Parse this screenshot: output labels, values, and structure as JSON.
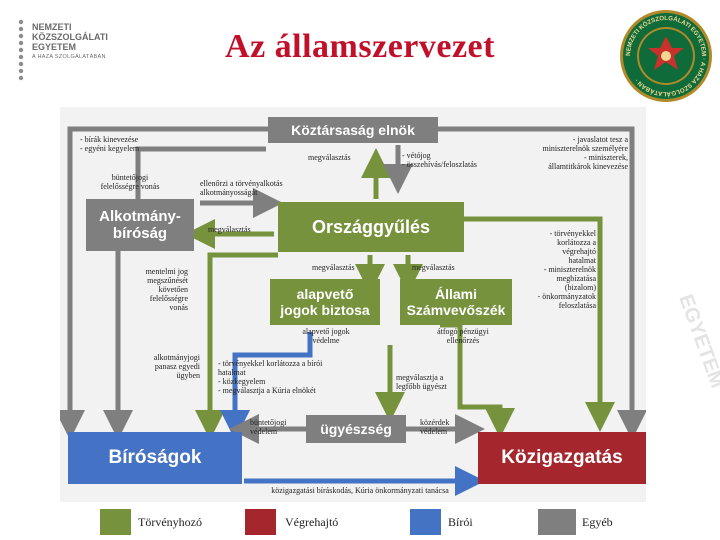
{
  "title": "Az államszervezet",
  "university_logo": {
    "lines": [
      "NEMZETI",
      "KÖZSZOLGÁLATI",
      "EGYETEM"
    ],
    "motto": "A HAZA SZOLGÁLATÁBAN"
  },
  "seal": {
    "ring_text": "NEMZETI KÖZSZOLGÁLATI EGYETEM · A HAZA SZOLGÁLATÁBAN ·"
  },
  "watermark": "EGYETEM",
  "colors": {
    "legislative": "#76923c",
    "executive": "#a5272d",
    "judicial": "#4472c4",
    "other": "#7f7f7f",
    "title": "#c0102a"
  },
  "boxes": {
    "president": "Köztársaság elnök",
    "constitutional_court": "Alkotmány-\nbíróság",
    "parliament": "Országgyűlés",
    "ombudsman": "alapvető\njogok biztosa",
    "audit_office": "Állami\nSzámvevőszék",
    "prosecution": "ügyészség",
    "courts": "Bíróságok",
    "administration": "Közigazgatás"
  },
  "notes": {
    "pres_left": "- bírák kinevezése\n- egyéni kegyelem",
    "pres_right": "- javaslatot tesz a\nminiszterelnök személyére\n- miniszterek,\nállamtitkárok kinevezése",
    "pres_elects": "megválasztás",
    "pres_powers": "- vétójog\n- összehívás/feloszlatás",
    "cc_criminal": "büntetőjogi\nfelelősségre vonás",
    "cc_controls": "ellenőrzi a törvényalkotás\nalkotmányosságát",
    "cc_elects": "megválasztás",
    "cc_immunity": "mentelmi jog\nmegszűnését\nkövetően\nfelelősségre\nvonás",
    "cc_complaint": "alkotmányjogi\npanasz egyedi\nügyben",
    "parl_exec": "- törvényekkel\nkorlátozza a\nvégrehajtó hatalmat\n- miniszterelnök\nmegbízatása\n(bizalom)\n- önkormányzatok\nfeloszlatása",
    "ombuds_elects": "megválasztás",
    "audit_elects": "megválasztás",
    "ombuds_protect": "alapvető jogok\nvédelme",
    "audit_check": "átfogó pénzügyi\nellenőrzés",
    "parl_courts": "- törvényekkel korlátozza a bírói\nhatalmat\n- közkegyelem\n- megválasztja a Kúria elnökét",
    "parl_prosecutor": "megválasztja a\nlegfőbb ügyészt",
    "pros_criminal": "büntetőjogi\nvédelem",
    "pros_public": "közérdek\nvédelem",
    "admin_courts": "közigazgatási bíráskodás, Kúria önkormányzati tanácsa"
  },
  "legend": [
    {
      "label": "Törvényhozó",
      "color": "#76923c"
    },
    {
      "label": "Végrehajtó",
      "color": "#a5272d"
    },
    {
      "label": "Bírói",
      "color": "#4472c4"
    },
    {
      "label": "Egyéb",
      "color": "#7f7f7f"
    }
  ]
}
